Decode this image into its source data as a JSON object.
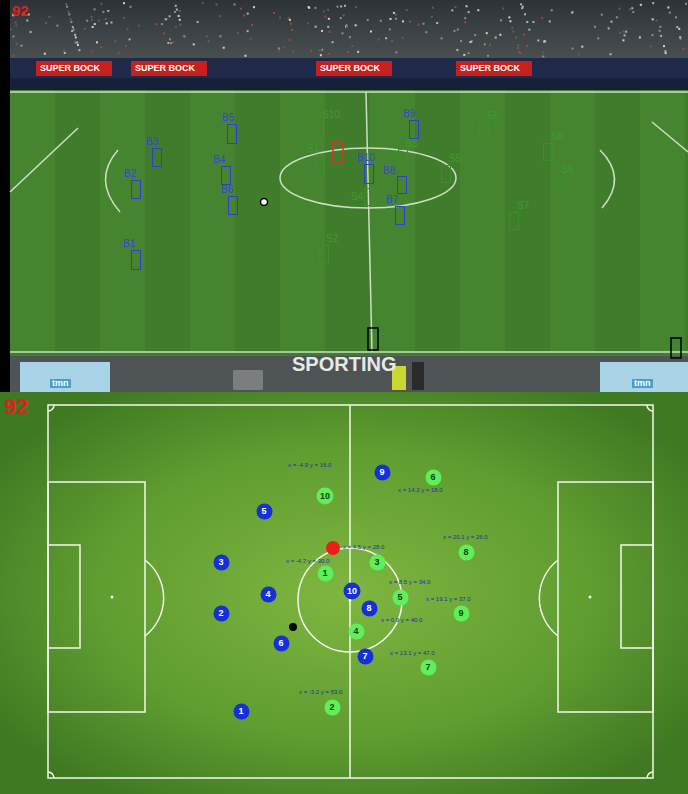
{
  "diagram": {
    "nodes": [
      {
        "text": [
          "B1"
        ]
      },
      {
        "text": [
          "B2"
        ]
      },
      {
        "text": [
          "B3"
        ]
      },
      {
        "text": [
          "B4"
        ]
      },
      {
        "text": [
          "B5"
        ]
      },
      {
        "text": [
          "B6"
        ]
      },
      {
        "text": [
          "B7"
        ]
      },
      {
        "text": [
          "B8"
        ]
      },
      {
        "text": [
          "B9"
        ]
      },
      {
        "text": [
          "B10"
        ]
      },
      {
        "text": [
          "S1"
        ]
      },
      {
        "text": [
          "S2"
        ]
      },
      {
        "text": [
          "S3"
        ]
      },
      {
        "text": [
          "S4"
        ]
      },
      {
        "text": [
          "S5"
        ]
      },
      {
        "text": [
          "S6"
        ]
      },
      {
        "text": [
          "S7"
        ]
      },
      {
        "text": [
          "S8"
        ]
      },
      {
        "text": [
          "S9"
        ]
      },
      {
        "text": [
          "S10"
        ]
      },
      {
        "text": [
          "1"
        ]
      },
      {
        "text": [
          "2"
        ]
      },
      {
        "text": [
          "3"
        ]
      },
      {
        "text": [
          "4"
        ]
      },
      {
        "text": [
          "5"
        ]
      },
      {
        "text": [
          "6"
        ]
      },
      {
        "text": [
          "7"
        ]
      },
      {
        "text": [
          "8"
        ]
      },
      {
        "text": [
          "9"
        ]
      },
      {
        "text": [
          "10"
        ]
      },
      {
        "text": [
          "1"
        ]
      },
      {
        "text": [
          "2"
        ]
      },
      {
        "text": [
          "3"
        ]
      },
      {
        "text": [
          "4"
        ]
      },
      {
        "text": [
          "5"
        ]
      },
      {
        "text": [
          "6"
        ]
      },
      {
        "text": [
          "7"
        ]
      },
      {
        "text": [
          "8"
        ]
      },
      {
        "text": [
          "9"
        ]
      },
      {
        "text": [
          "10"
        ]
      }
    ],
    "labels": [
      "92",
      "92",
      "SUPER BOCK",
      "SUPER BOCK",
      "SUPER BOCK",
      "SUPER BOCK",
      "SPORTING",
      "tmn",
      "tmn",
      "x = -4.9 y = 16.0",
      "x = 14.2 y = 18.0",
      "x = 4.5 y = 28.0",
      "x = -4.7 y = 30.0",
      "x = 20.1 y = 26.0",
      "x = 8.5 y = 34.0",
      "x = 19.1 y = 37.0",
      "x = 0.9 y = 40.0",
      "x = 13.1 y = 47.0",
      "x = -3.2 y = 53.0"
    ]
  }
}
